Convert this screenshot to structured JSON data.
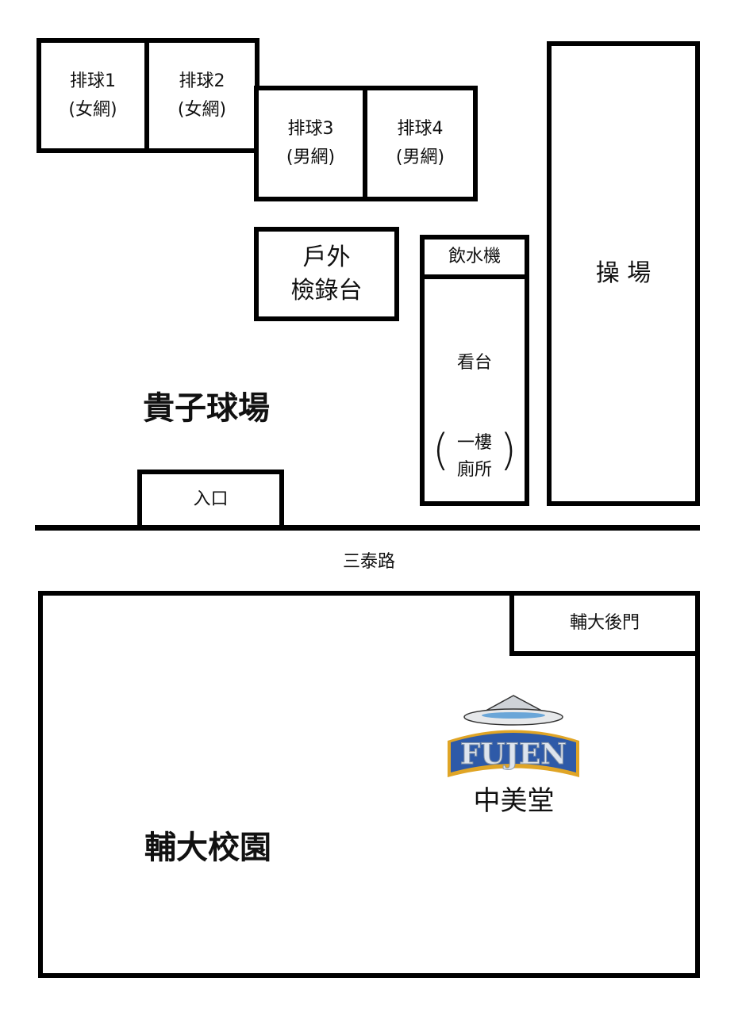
{
  "courts": [
    {
      "line1": "排球1",
      "line2": "(女網)"
    },
    {
      "line1": "排球2",
      "line2": "(女網)"
    },
    {
      "line1": "排球3",
      "line2": "(男網)"
    },
    {
      "line1": "排球4",
      "line2": "(男網)"
    }
  ],
  "checkin": {
    "line1": "戶外",
    "line2": "檢錄台"
  },
  "water": "飲水機",
  "stands": {
    "label": "看台",
    "toilet_line1": "一樓",
    "toilet_line2": "廁所"
  },
  "field": "操 場",
  "venue": "貴子球場",
  "entrance": "入口",
  "road": "三泰路",
  "campus": "輔大校園",
  "back_gate": "輔大後門",
  "logo": {
    "text": "FUJEN",
    "caption": "中美堂",
    "banner_color": "#2e5aa8",
    "trim_color": "#e0a526"
  }
}
